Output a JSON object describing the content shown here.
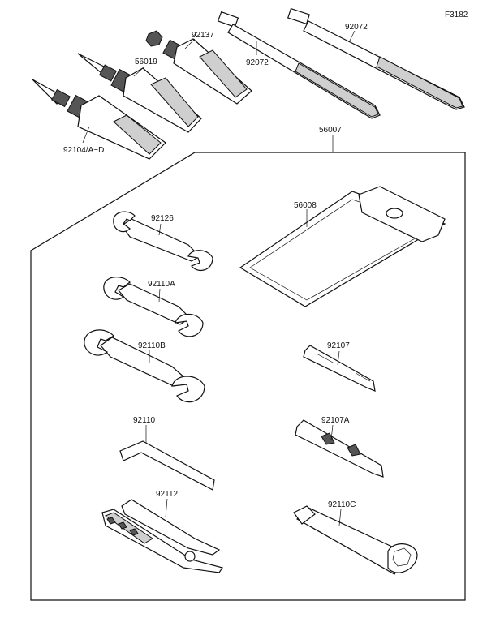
{
  "figure_id": "F3182",
  "parts": {
    "p92072a": "92072",
    "p92072b": "92072",
    "p92137": "92137",
    "p56019": "56019",
    "p92104": "92104/A~D",
    "p56007": "56007",
    "p56008": "56008",
    "p92126": "92126",
    "p92110A": "92110A",
    "p92110B": "92110B",
    "p92107": "92107",
    "p92110": "92110",
    "p92107A": "92107A",
    "p92112": "92112",
    "p92110C": "92110C"
  }
}
